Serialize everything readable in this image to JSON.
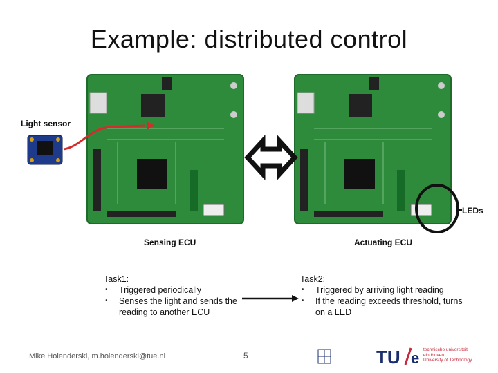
{
  "slide": {
    "title": "Example: distributed control",
    "left_board_caption": "Sensing ECU",
    "right_board_caption": "Actuating ECU",
    "sensor_label": "Light sensor",
    "leds_label": "LEDs",
    "task1": {
      "heading": "Task1:",
      "bullets": [
        "Triggered periodically",
        "Senses the light and sends the reading to another ECU"
      ]
    },
    "task2": {
      "heading": "Task2:",
      "bullets": [
        "Triggered by arriving light reading",
        "If the reading exceeds threshold, turns on a LED"
      ]
    },
    "footer": "Mike Holenderski, m.holenderski@tue.nl",
    "page_number": "5",
    "logo": {
      "mark": "TU/e",
      "lines": [
        "technische universiteit",
        "eindhoven",
        "University of Technology"
      ]
    }
  },
  "colors": {
    "board": "#2e8b3c",
    "board_dark": "#1f6b2c",
    "arrow_red": "#d62b2b",
    "tue_red": "#c72a3c",
    "tue_blue": "#1a2e6e"
  }
}
